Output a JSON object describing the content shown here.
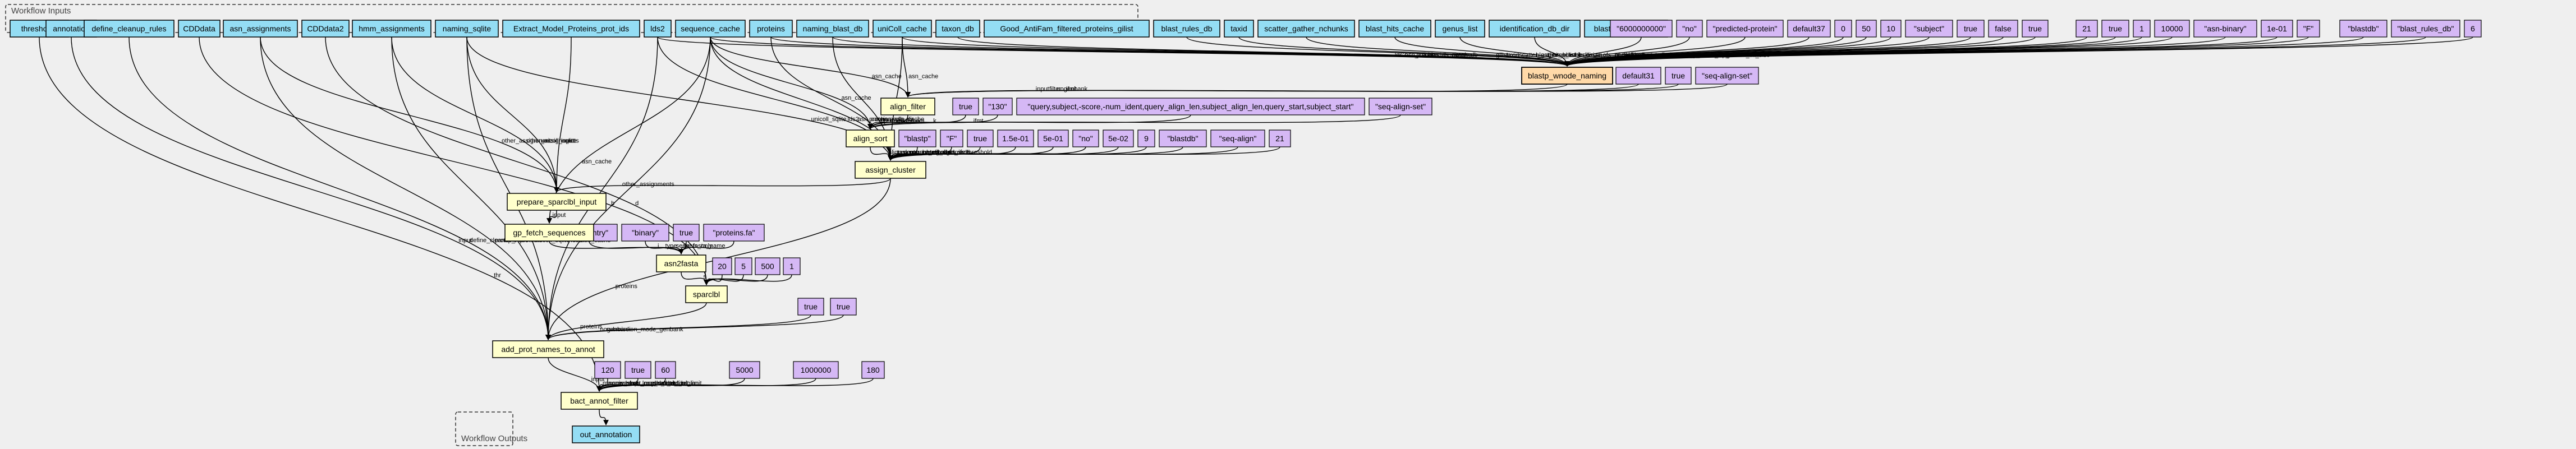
{
  "clusters": {
    "inputs_title": "Workflow Inputs",
    "outputs_title": "Workflow Outputs"
  },
  "inputs": [
    {
      "id": "thresholds",
      "label": "thresholds"
    },
    {
      "id": "annotation",
      "label": "annotation"
    },
    {
      "id": "define_cleanup_rules",
      "label": "define_cleanup_rules"
    },
    {
      "id": "CDDdata",
      "label": "CDDdata"
    },
    {
      "id": "asn_assignments",
      "label": "asn_assignments"
    },
    {
      "id": "CDDdata2",
      "label": "CDDdata2"
    },
    {
      "id": "hmm_assignments",
      "label": "hmm_assignments"
    },
    {
      "id": "naming_sqlite",
      "label": "naming_sqlite"
    },
    {
      "id": "Extract_Model_Proteins_prot_ids",
      "label": "Extract_Model_Proteins_prot_ids"
    },
    {
      "id": "lds2",
      "label": "lds2"
    },
    {
      "id": "sequence_cache",
      "label": "sequence_cache"
    },
    {
      "id": "proteins",
      "label": "proteins"
    },
    {
      "id": "naming_blast_db",
      "label": "naming_blast_db"
    },
    {
      "id": "uniColl_cache",
      "label": "uniColl_cache"
    },
    {
      "id": "taxon_db",
      "label": "taxon_db"
    },
    {
      "id": "Good_AntiFam_filtered_proteins_gilist",
      "label": "Good_AntiFam_filtered_proteins_gilist"
    },
    {
      "id": "blast_rules_db",
      "label": "blast_rules_db"
    },
    {
      "id": "taxid",
      "label": "taxid"
    },
    {
      "id": "scatter_gather_nchunks",
      "label": "scatter_gather_nchunks"
    },
    {
      "id": "blast_hits_cache",
      "label": "blast_hits_cache"
    },
    {
      "id": "genus_list",
      "label": "genus_list"
    },
    {
      "id": "identification_db_dir",
      "label": "identification_db_dir"
    },
    {
      "id": "blast_rules_db_dir",
      "label": "blast_rules_db_dir"
    }
  ],
  "steps": [
    {
      "id": "blastp_wnode_naming",
      "label": "blastp_wnode_naming"
    },
    {
      "id": "align_filter",
      "label": "align_filter"
    },
    {
      "id": "align_sort",
      "label": "align_sort"
    },
    {
      "id": "assign_cluster",
      "label": "assign_cluster"
    },
    {
      "id": "prepare_sparclbl_input",
      "label": "prepare_sparclbl_input"
    },
    {
      "id": "gp_fetch_sequences",
      "label": "gp_fetch_sequences"
    },
    {
      "id": "asn2fasta",
      "label": "asn2fasta"
    },
    {
      "id": "sparclbl",
      "label": "sparclbl"
    },
    {
      "id": "add_prot_names_to_annot",
      "label": "add_prot_names_to_annot"
    },
    {
      "id": "bact_annot_filter",
      "label": "bact_annot_filter"
    }
  ],
  "outputs": [
    {
      "id": "out_annotation",
      "label": "out_annotation"
    }
  ],
  "params": [
    {
      "id": "p_b1",
      "label": "\"6000000000\""
    },
    {
      "id": "p_b2",
      "label": "\"no\""
    },
    {
      "id": "p_b3",
      "label": "\"predicted-protein\""
    },
    {
      "id": "p_b4",
      "label": "default37"
    },
    {
      "id": "p_b5",
      "label": "0"
    },
    {
      "id": "p_b6",
      "label": "50"
    },
    {
      "id": "p_b7",
      "label": "10"
    },
    {
      "id": "p_b8",
      "label": "\"subject\""
    },
    {
      "id": "p_b9",
      "label": "true"
    },
    {
      "id": "p_b10",
      "label": "false"
    },
    {
      "id": "p_b11",
      "label": "true"
    },
    {
      "id": "p_b12",
      "label": "21"
    },
    {
      "id": "p_b13",
      "label": "true"
    },
    {
      "id": "p_b14",
      "label": "1"
    },
    {
      "id": "p_b15",
      "label": "10000"
    },
    {
      "id": "p_b16",
      "label": "\"asn-binary\""
    },
    {
      "id": "p_b17",
      "label": "1e-01"
    },
    {
      "id": "p_b18",
      "label": "\"F\""
    },
    {
      "id": "p_b19",
      "label": "\"blastdb\""
    },
    {
      "id": "p_b20",
      "label": "\"blast_rules_db\""
    },
    {
      "id": "p_b21",
      "label": "6"
    },
    {
      "id": "p_b22",
      "label": "default31"
    },
    {
      "id": "p_b23",
      "label": "true"
    },
    {
      "id": "p_b24",
      "label": "\"seq-align-set\""
    },
    {
      "id": "p_f1",
      "label": "true"
    },
    {
      "id": "p_f2",
      "label": "\"130\""
    },
    {
      "id": "p_f3",
      "label": "\"query,subject,-score,-num_ident,query_align_len,subject_align_len,query_start,subject_start\""
    },
    {
      "id": "p_f4",
      "label": "\"seq-align-set\""
    },
    {
      "id": "p_s1",
      "label": "\"blastp\""
    },
    {
      "id": "p_s2",
      "label": "\"F\""
    },
    {
      "id": "p_s3",
      "label": "true"
    },
    {
      "id": "p_s4",
      "label": "1.5e-01"
    },
    {
      "id": "p_s5",
      "label": "5e-01"
    },
    {
      "id": "p_s6",
      "label": "\"no\""
    },
    {
      "id": "p_s7",
      "label": "5e-02"
    },
    {
      "id": "p_s8",
      "label": "9"
    },
    {
      "id": "p_s9",
      "label": "\"blastdb\""
    },
    {
      "id": "p_s10",
      "label": "\"seq-align\""
    },
    {
      "id": "p_s11",
      "label": "21"
    },
    {
      "id": "p_a1",
      "label": "\"seq-entry\""
    },
    {
      "id": "p_a2",
      "label": "\"binary\""
    },
    {
      "id": "p_a3",
      "label": "true"
    },
    {
      "id": "p_a4",
      "label": "\"proteins.fa\""
    },
    {
      "id": "p_c1",
      "label": "20"
    },
    {
      "id": "p_c2",
      "label": "5"
    },
    {
      "id": "p_c3",
      "label": "500"
    },
    {
      "id": "p_c4",
      "label": "1"
    },
    {
      "id": "p_n1",
      "label": "true"
    },
    {
      "id": "p_n2",
      "label": "true"
    },
    {
      "id": "p_t1",
      "label": "120"
    },
    {
      "id": "p_t2",
      "label": "true"
    },
    {
      "id": "p_t3",
      "label": "60"
    },
    {
      "id": "p_t4",
      "label": "5000"
    },
    {
      "id": "p_t5",
      "label": "1000000"
    },
    {
      "id": "p_t6",
      "label": "180"
    }
  ],
  "edges": [
    {
      "from": "p_b1",
      "to": "blastp_wnode_naming",
      "label": "dbsize"
    },
    {
      "from": "p_b2",
      "to": "blastp_wnode_naming",
      "label": "seg"
    },
    {
      "from": "p_b3",
      "to": "blastp_wnode_naming",
      "label": "ofs_nr_defline"
    },
    {
      "from": "p_b4",
      "to": "blastp_wnode_naming",
      "label": "align_filter"
    },
    {
      "from": "p_b5",
      "to": "blastp_wnode_naming",
      "label": "delay"
    },
    {
      "from": "p_b6",
      "to": "blastp_wnode_naming",
      "label": "max_target_seqs"
    },
    {
      "from": "p_b7",
      "to": "blastp_wnode_naming",
      "label": "top_by_score"
    },
    {
      "from": "p_b8",
      "to": "blastp_wnode_naming",
      "label": "affinity"
    },
    {
      "from": "p_b9",
      "to": "blastp_wnode_naming",
      "label": "nogenbank"
    },
    {
      "from": "p_b10",
      "to": "blastp_wnode_naming",
      "label": "no_merge"
    },
    {
      "from": "p_b11",
      "to": "blastp_wnode_naming",
      "label": "allow_intersection"
    },
    {
      "from": "p_b12",
      "to": "blastp_wnode_naming",
      "label": "threshold"
    },
    {
      "from": "p_b13",
      "to": "blastp_wnode_naming",
      "label": "compart"
    },
    {
      "from": "p_b14",
      "to": "blastp_wnode_naming",
      "label": "max_jobs"
    },
    {
      "from": "p_b15",
      "to": "blastp_wnode_naming",
      "label": "max_batch_length"
    },
    {
      "from": "p_b16",
      "to": "blastp_wnode_naming",
      "label": "ofmt"
    },
    {
      "from": "p_b17",
      "to": "blastp_wnode_naming",
      "label": "evalue"
    },
    {
      "from": "p_b18",
      "to": "blastp_wnode_naming",
      "label": "comp_based_stats"
    },
    {
      "from": "p_b19",
      "to": "blastp_wnode_naming",
      "label": "blastdb"
    },
    {
      "from": "p_b20",
      "to": "blastp_wnode_naming",
      "label": "blastdb"
    },
    {
      "from": "p_b21",
      "to": "blastp_wnode_naming",
      "label": "word_size"
    },
    {
      "from": "naming_blast_db",
      "to": "blastp_wnode_naming",
      "label": "blastdb_dir"
    },
    {
      "from": "taxon_db",
      "to": "blastp_wnode_naming",
      "label": "taxon_db"
    },
    {
      "from": "blast_rules_db",
      "to": "blastp_wnode_naming",
      "label": "gilist"
    },
    {
      "from": "taxid",
      "to": "blastp_wnode_naming",
      "label": "taxid"
    },
    {
      "from": "scatter_gather_nchunks",
      "to": "blastp_wnode_naming",
      "label": "scatter_gather_nchunks"
    },
    {
      "from": "blast_hits_cache",
      "to": "blastp_wnode_naming",
      "label": "blast_hits_cache"
    },
    {
      "from": "genus_list",
      "to": "blastp_wnode_naming",
      "label": "genus_list"
    },
    {
      "from": "identification_db_dir",
      "to": "blastp_wnode_naming",
      "label": "blastdb_dir"
    },
    {
      "from": "sequence_cache",
      "to": "blastp_wnode_naming",
      "label": "asn_cache"
    },
    {
      "from": "uniColl_cache",
      "to": "blastp_wnode_naming",
      "label": "asn_cache"
    },
    {
      "from": "proteins",
      "to": "blastp_wnode_naming",
      "label": "proteins"
    },
    {
      "from": "lds2",
      "to": "blastp_wnode_naming",
      "label": "lds2"
    },
    {
      "from": "blastp_wnode_naming",
      "to": "align_filter",
      "label": "input"
    },
    {
      "from": "p_b22",
      "to": "align_filter",
      "label": "filter"
    },
    {
      "from": "p_b23",
      "to": "align_filter",
      "label": "nogenbank"
    },
    {
      "from": "p_b24",
      "to": "align_filter",
      "label": "ifmt"
    },
    {
      "from": "sequence_cache",
      "to": "align_filter",
      "label": "asn_cache"
    },
    {
      "from": "uniColl_cache",
      "to": "align_filter",
      "label": "asn_cache"
    },
    {
      "from": "align_filter",
      "to": "align_sort",
      "label": "input"
    },
    {
      "from": "p_f1",
      "to": "align_sort",
      "label": "nogenbank"
    },
    {
      "from": "p_f2",
      "to": "align_sort",
      "label": "limit_mem"
    },
    {
      "from": "p_f3",
      "to": "align_sort",
      "label": "k"
    },
    {
      "from": "p_f4",
      "to": "align_sort",
      "label": "ifmt"
    },
    {
      "from": "sequence_cache",
      "to": "align_sort",
      "label": "asn_cache"
    },
    {
      "from": "align_sort",
      "to": "assign_cluster",
      "label": "alignments"
    },
    {
      "from": "p_s1",
      "to": "assign_cluster",
      "label": "task"
    },
    {
      "from": "p_s2",
      "to": "assign_cluster",
      "label": "comp_based_stats"
    },
    {
      "from": "p_s3",
      "to": "assign_cluster",
      "label": "nogenbank"
    },
    {
      "from": "p_s4",
      "to": "assign_cluster",
      "label": "pure_cutoff"
    },
    {
      "from": "p_s5",
      "to": "assign_cluster",
      "label": "cutoff"
    },
    {
      "from": "p_s6",
      "to": "assign_cluster",
      "label": "seg"
    },
    {
      "from": "p_s7",
      "to": "assign_cluster",
      "label": "margin"
    },
    {
      "from": "p_s8",
      "to": "assign_cluster",
      "label": "word_size"
    },
    {
      "from": "p_s9",
      "to": "assign_cluster",
      "label": "namedb"
    },
    {
      "from": "p_s10",
      "to": "assign_cluster",
      "label": "ifmt"
    },
    {
      "from": "p_s11",
      "to": "assign_cluster",
      "label": "threshold"
    },
    {
      "from": "naming_sqlite",
      "to": "assign_cluster",
      "label": "unicoll_sqlite"
    },
    {
      "from": "lds2",
      "to": "assign_cluster",
      "label": "lds2"
    },
    {
      "from": "sequence_cache",
      "to": "assign_cluster",
      "label": "asn_cache"
    },
    {
      "from": "proteins",
      "to": "assign_cluster",
      "label": "proteins"
    },
    {
      "from": "naming_blast_db",
      "to": "assign_cluster",
      "label": "namedb_dir"
    },
    {
      "from": "uniColl_cache",
      "to": "assign_cluster",
      "label": "asn_cache"
    },
    {
      "from": "asn_assignments",
      "to": "prepare_sparclbl_input",
      "label": "other_assignments"
    },
    {
      "from": "hmm_assignments",
      "to": "prepare_sparclbl_input",
      "label": "other_assignments"
    },
    {
      "from": "naming_sqlite",
      "to": "prepare_sparclbl_input",
      "label": "unicoll_sqlite"
    },
    {
      "from": "Extract_Model_Proteins_prot_ids",
      "to": "prepare_sparclbl_input",
      "label": "input"
    },
    {
      "from": "assign_cluster",
      "to": "prepare_sparclbl_input",
      "label": "other_assignments"
    },
    {
      "from": "prepare_sparclbl_input",
      "to": "gp_fetch_sequences",
      "label": "input"
    },
    {
      "from": "sequence_cache",
      "to": "gp_fetch_sequences",
      "label": "asn_cache"
    },
    {
      "from": "gp_fetch_sequences",
      "to": "asn2fasta",
      "label": "i"
    },
    {
      "from": "p_a1",
      "to": "asn2fasta",
      "label": "type"
    },
    {
      "from": "p_a2",
      "to": "asn2fasta",
      "label": "serial"
    },
    {
      "from": "p_a3",
      "to": "asn2fasta",
      "label": "prots_only"
    },
    {
      "from": "p_a4",
      "to": "asn2fasta",
      "label": "fasta_name"
    },
    {
      "from": "asn2fasta",
      "to": "sparclbl",
      "label": "s"
    },
    {
      "from": "p_c1",
      "to": "sparclbl",
      "label": ""
    },
    {
      "from": "p_c2",
      "to": "sparclbl",
      "label": ""
    },
    {
      "from": "p_c3",
      "to": "sparclbl",
      "label": ""
    },
    {
      "from": "p_c4",
      "to": "sparclbl",
      "label": ""
    },
    {
      "from": "CDDdata",
      "to": "sparclbl",
      "label": "b"
    },
    {
      "from": "CDDdata2",
      "to": "sparclbl",
      "label": "d"
    },
    {
      "from": "sparclbl",
      "to": "add_prot_names_to_annot",
      "label": "proteins"
    },
    {
      "from": "annotation",
      "to": "add_prot_names_to_annot",
      "label": "input"
    },
    {
      "from": "define_cleanup_rules",
      "to": "add_prot_names_to_annot",
      "label": "define_cleanup_rules"
    },
    {
      "from": "asn_assignments",
      "to": "add_prot_names_to_annot",
      "label": "proteins"
    },
    {
      "from": "hmm_assignments",
      "to": "add_prot_names_to_annot",
      "label": "proteins"
    },
    {
      "from": "naming_sqlite",
      "to": "add_prot_names_to_annot",
      "label": "unicoll_sqlite"
    },
    {
      "from": "lds2",
      "to": "add_prot_names_to_annot",
      "label": "lds2"
    },
    {
      "from": "sequence_cache",
      "to": "add_prot_names_to_annot",
      "label": "asn_cache"
    },
    {
      "from": "assign_cluster",
      "to": "add_prot_names_to_annot",
      "label": "proteins"
    },
    {
      "from": "p_n1",
      "to": "add_prot_names_to_annot",
      "label": "nogenbank"
    },
    {
      "from": "p_n2",
      "to": "add_prot_names_to_annot",
      "label": "submission_mode_genbank"
    },
    {
      "from": "add_prot_names_to_annot",
      "to": "bact_annot_filter",
      "label": "input"
    },
    {
      "from": "thresholds",
      "to": "bact_annot_filter",
      "label": "thr"
    },
    {
      "from": "p_t1",
      "to": "bact_annot_filter",
      "label": "max_overlap"
    },
    {
      "from": "p_t2",
      "to": "bact_annot_filter",
      "label": "nogenbank"
    },
    {
      "from": "p_t3",
      "to": "bact_annot_filter",
      "label": "min_short_model_limit"
    },
    {
      "from": "p_t4",
      "to": "bact_annot_filter",
      "label": "max_unannotated_region"
    },
    {
      "from": "p_t5",
      "to": "bact_annot_filter",
      "label": "long_model_limit"
    },
    {
      "from": "p_t6",
      "to": "bact_annot_filter",
      "label": "short_model_limit"
    },
    {
      "from": "bact_annot_filter",
      "to": "out_annotation",
      "label": ""
    }
  ]
}
